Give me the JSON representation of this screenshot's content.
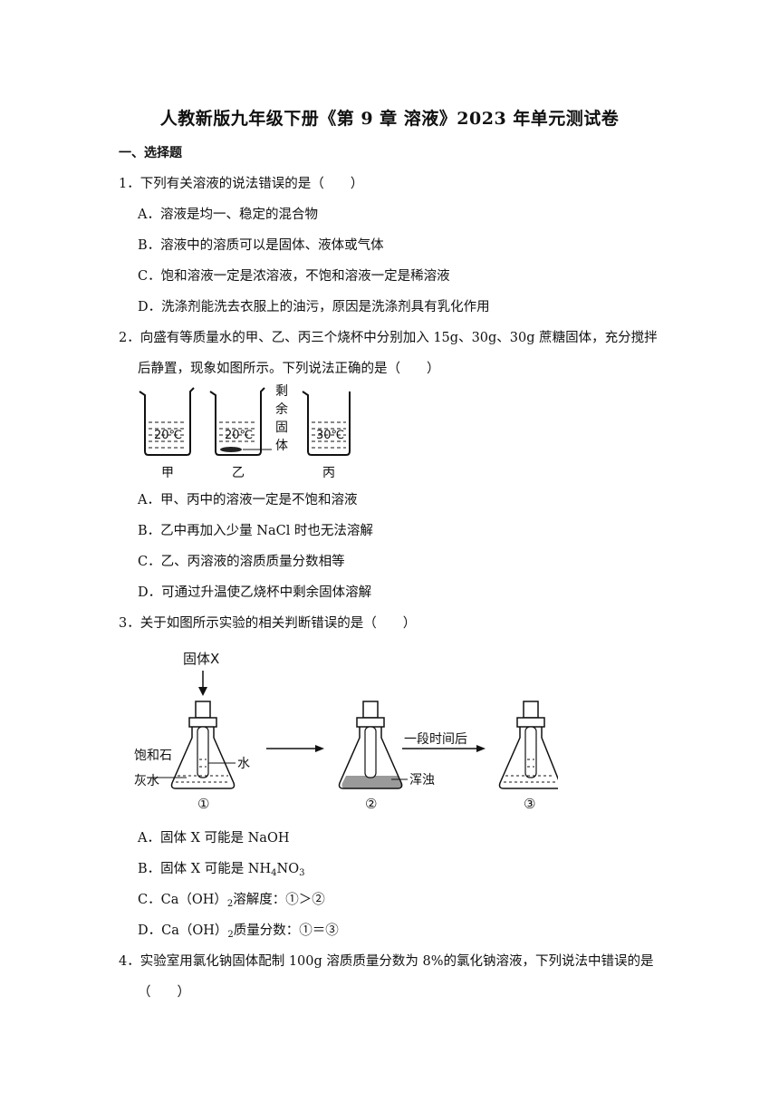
{
  "title": "人教新版九年级下册《第 9 章  溶液》2023 年单元测试卷",
  "section": "一、选择题",
  "q1": {
    "stem": "1．下列有关溶液的说法错误的是（　　）",
    "A": "A．溶液是均一、稳定的混合物",
    "B": "B．溶液中的溶质可以是固体、液体或气体",
    "C": "C．饱和溶液一定是浓溶液，不饱和溶液一定是稀溶液",
    "D": "D．洗涤剂能洗去衣服上的油污，原因是洗涤剂具有乳化作用"
  },
  "q2": {
    "stem1": "2．向盛有等质量水的甲、乙、丙三个烧杯中分别加入 15g、30g、30g 蔗糖固体，充分搅拌",
    "stem2": "后静置，现象如图所示。下列说法正确的是（　　）",
    "fig": {
      "temp_a": "20℃",
      "temp_b": "20℃",
      "temp_c": "30℃",
      "label_a": "甲",
      "label_b": "乙",
      "label_c": "丙",
      "residue": [
        "剩",
        "余",
        "固",
        "体"
      ]
    },
    "A": "A．甲、丙中的溶液一定是不饱和溶液",
    "B": "B．乙中再加入少量 NaCl 时也无法溶解",
    "C": "C．乙、丙溶液的溶质质量分数相等",
    "D": "D．可通过升温使乙烧杯中剩余固体溶解"
  },
  "q3": {
    "stem": "3．关于如图所示实验的相关判断错误的是（　　）",
    "fig": {
      "solid_x": "固体X",
      "limewater_1": "饱和石",
      "limewater_2": "灰水",
      "water": "水",
      "after_time": "一段时间后",
      "turbid": "浑浊",
      "n1": "①",
      "n2": "②",
      "n3": "③"
    },
    "A": "A．固体 X 可能是 NaOH",
    "B_pre": "B．固体 X 可能是 NH",
    "B_s1": "4",
    "B_mid": "NO",
    "B_s2": "3",
    "C_pre": "C．Ca（OH）",
    "C_sub": "2",
    "C_post": "溶解度：①＞②",
    "D_pre": "D．Ca（OH）",
    "D_sub": "2",
    "D_post": "质量分数：①＝③"
  },
  "q4": {
    "stem1": "4．实验室用氯化钠固体配制 100g 溶质质量分数为 8%的氯化钠溶液，下列说法中错误的是",
    "stem2": "（　　）"
  }
}
